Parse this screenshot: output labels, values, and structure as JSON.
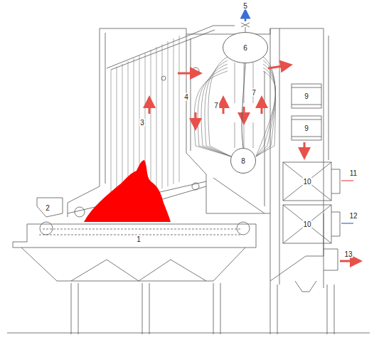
{
  "diagram": {
    "nodes": [
      {
        "text": [
          "6"
        ]
      },
      {
        "text": [
          "8"
        ]
      }
    ],
    "edges": [
      {
        "from": 0,
        "to": 1,
        "arrow": "none"
      }
    ],
    "labels": [
      "5",
      "1",
      "2",
      "3",
      "4",
      "7",
      "7",
      "9",
      "9",
      "10",
      "10",
      "11",
      "12",
      "13"
    ]
  }
}
